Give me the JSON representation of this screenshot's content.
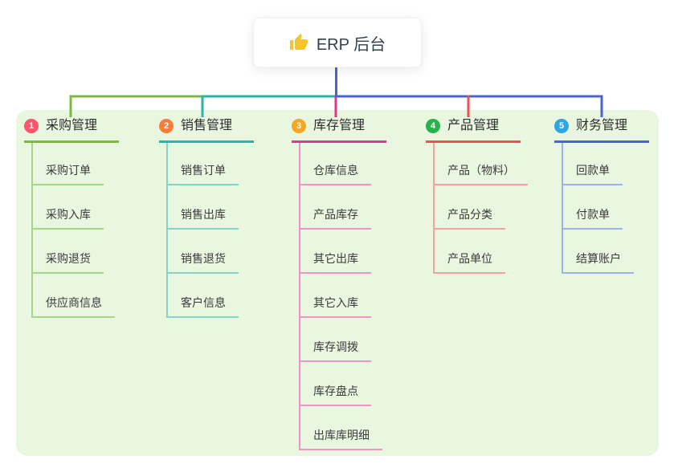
{
  "root": {
    "label": "ERP 后台",
    "icon": "thumbs-up-icon",
    "icon_color": "#f6c331",
    "line_color": "#4a63d4"
  },
  "panel_color": "#e9f6e0",
  "branches": [
    {
      "number": "1",
      "title": "采购管理",
      "badge_color": "#f8566a",
      "line_color": "#7cb93e",
      "child_line_color": "#a6d686",
      "items": [
        "采购订单",
        "采购入库",
        "采购退货",
        "供应商信息"
      ]
    },
    {
      "number": "2",
      "title": "销售管理",
      "badge_color": "#f97e3d",
      "line_color": "#27b7a8",
      "child_line_color": "#84d4c9",
      "items": [
        "销售订单",
        "销售出库",
        "销售退货",
        "客户信息"
      ]
    },
    {
      "number": "3",
      "title": "库存管理",
      "badge_color": "#f5a623",
      "line_color": "#e23689",
      "child_line_color": "#f093c4",
      "items": [
        "仓库信息",
        "产品库存",
        "其它出库",
        "其它入库",
        "库存调拨",
        "库存盘点",
        "出库库明细"
      ]
    },
    {
      "number": "4",
      "title": "产品管理",
      "badge_color": "#27b24b",
      "line_color": "#f14f56",
      "child_line_color": "#f7a0a0",
      "items": [
        "产品（物料）",
        "产品分类",
        "产品单位"
      ]
    },
    {
      "number": "5",
      "title": "财务管理",
      "badge_color": "#30a5df",
      "line_color": "#4a63d4",
      "child_line_color": "#9fb1e8",
      "items": [
        "回款单",
        "付款单",
        "结算账户"
      ]
    }
  ]
}
